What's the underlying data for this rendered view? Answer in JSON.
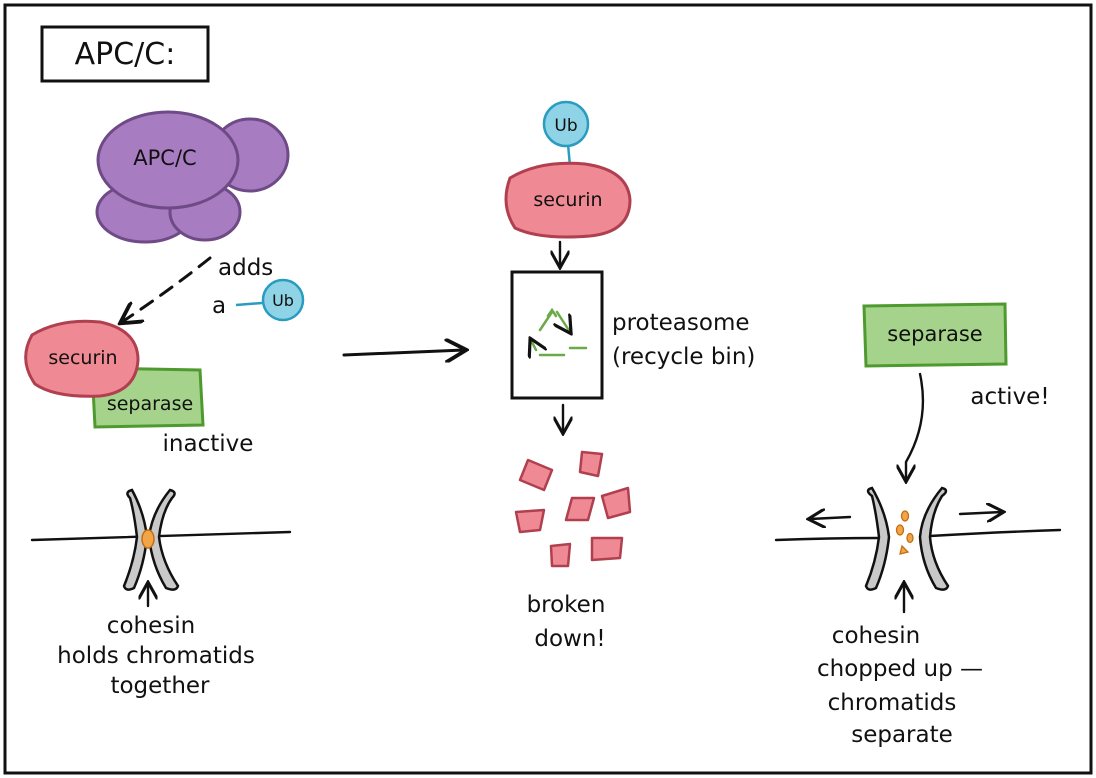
{
  "title": "APC/C:",
  "apc": {
    "label": "APC/C"
  },
  "adds": {
    "line1": "adds",
    "line2": "a"
  },
  "ub_label": "Ub",
  "securin_label": "securin",
  "separase_label": "separase",
  "inactive_label": "inactive",
  "proteasome": {
    "line1": "proteasome",
    "line2": "(recycle bin)"
  },
  "broken": {
    "line1": "broken",
    "line2": "down!"
  },
  "active_label": "active!",
  "cohesin_left": [
    "cohesin",
    "holds chromatids",
    "together"
  ],
  "cohesin_right": [
    "cohesin",
    "chopped up —",
    "chromatids",
    "separate"
  ],
  "colors": {
    "apc": "#a87cc0",
    "securin": "#ef8a94",
    "separase": "#a5d38b",
    "ub": "#8fd4e6",
    "recycle": "#6aaa48",
    "chromatid": "#c9c9c9",
    "cohesin": "#f2a548",
    "fragment": "#ef8a94"
  }
}
